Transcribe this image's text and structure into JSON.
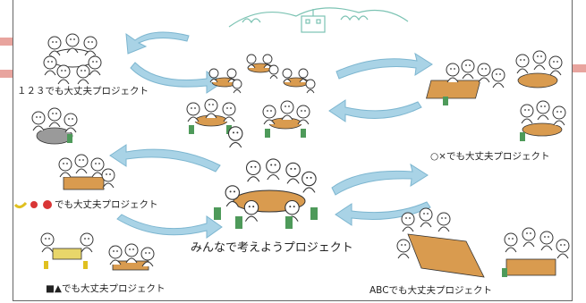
{
  "labels": {
    "project_123": "１２３でも大丈夫プロジェクト",
    "project_ox": "○×でも大丈夫プロジェクト",
    "project_fruit": "でも大丈夫プロジェクト",
    "project_everyone": "みんなで考えようプロジェクト",
    "project_shapes": "■▲でも大丈夫プロジェクト",
    "project_abc": "ABCでも大丈夫プロジェクト"
  },
  "colors": {
    "arrow": "#a9d3e6",
    "arrow_edge": "#7db6d0",
    "table": "#d99b4f",
    "chair": "#4e9a5a",
    "gray_table": "#9a9a9a",
    "stripe": "#e8a49e"
  },
  "icons": [
    "banana-icon",
    "strawberry-icon",
    "tomato-icon",
    "school-building-icon"
  ]
}
